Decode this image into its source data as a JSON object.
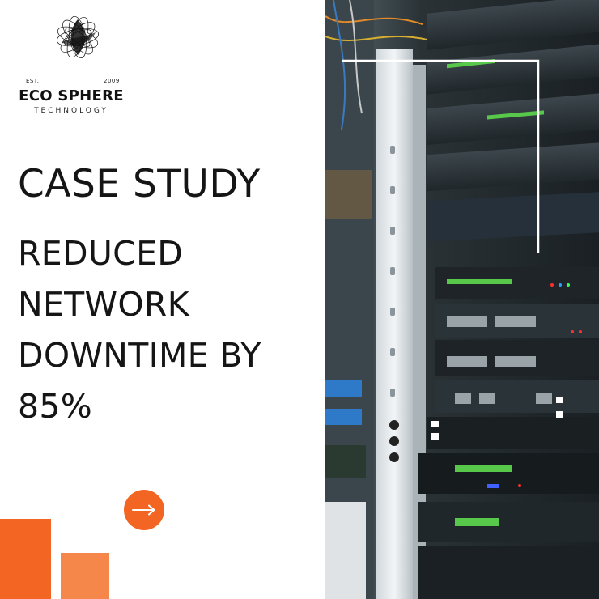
{
  "logo": {
    "est_label": "EST.",
    "year": "2009",
    "brand_name": "ECO SPHERE",
    "brand_sub": "TECHNOLOGY"
  },
  "title": "CASE STUDY",
  "headline_lines": [
    "REDUCED",
    "NETWORK",
    "DOWNTIME BY",
    "85%"
  ],
  "cta": {
    "icon": "arrow-right-icon"
  },
  "colors": {
    "accent": "#f26522",
    "accent_light": "#f5874a",
    "text": "#151515",
    "background": "#ffffff"
  },
  "photo": {
    "subject": "server-rack-image"
  }
}
